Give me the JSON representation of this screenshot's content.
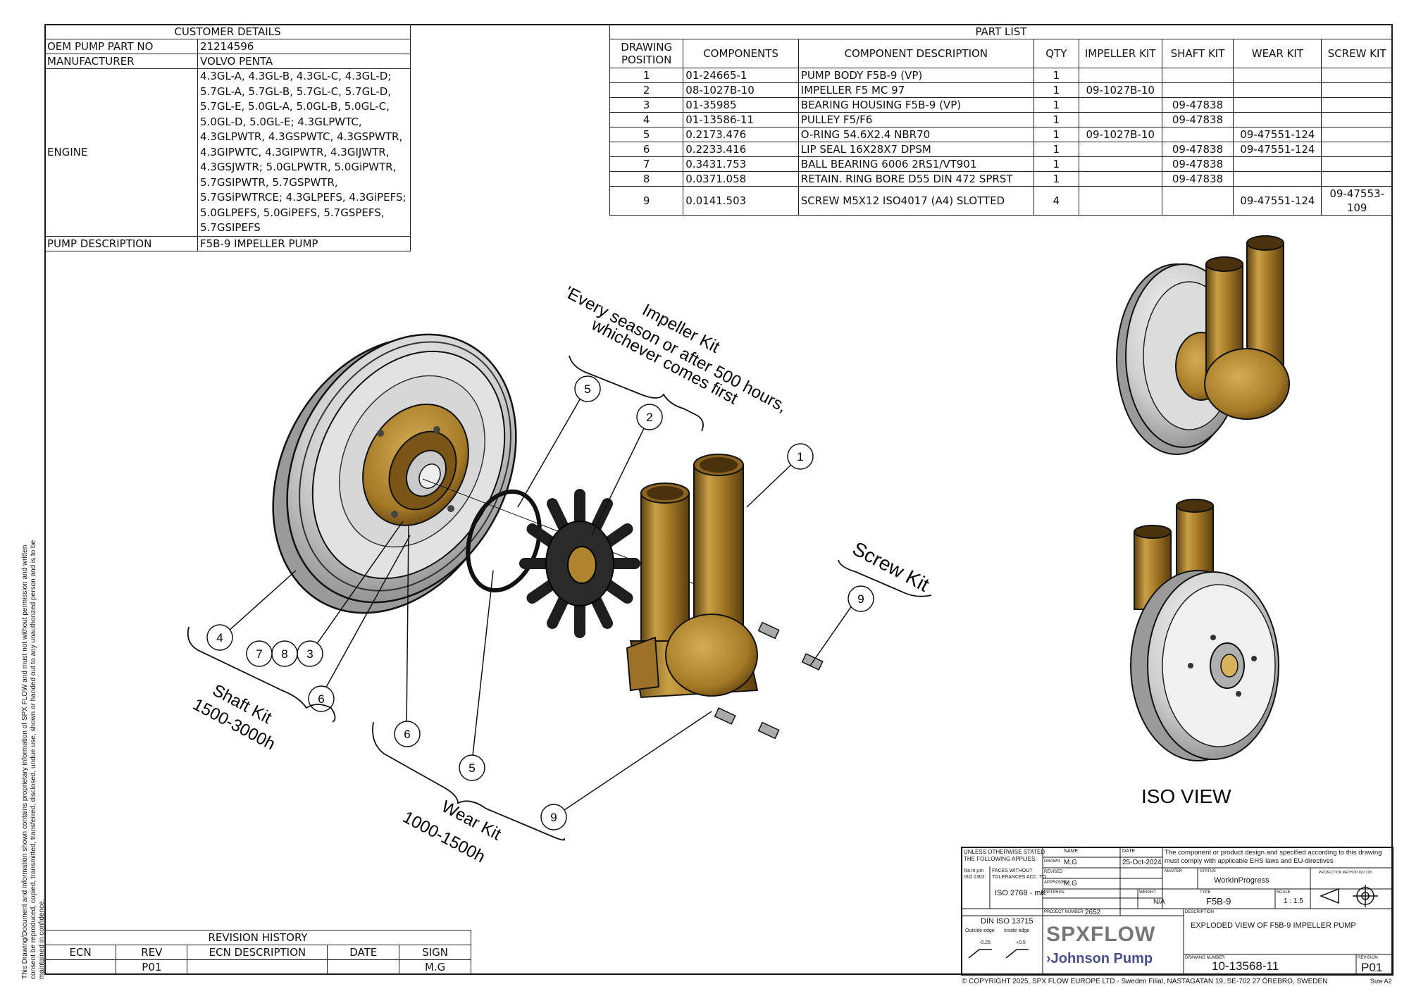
{
  "customer_details": {
    "title": "CUSTOMER DETAILS",
    "rows": [
      {
        "label": "OEM PUMP PART NO",
        "value": "21214596"
      },
      {
        "label": "MANUFACTURER",
        "value": "VOLVO PENTA"
      },
      {
        "label": "ENGINE",
        "value": "4.3GL-A, 4.3GL-B, 4.3GL-C, 4.3GL-D; 5.7GL-A, 5.7GL-B, 5.7GL-C, 5.7GL-D, 5.7GL-E, 5.0GL-A, 5.0GL-B, 5.0GL-C, 5.0GL-D, 5.0GL-E; 4.3GLPWTC, 4.3GLPWTR, 4.3GSPWTC, 4.3GSPWTR, 4.3GIPWTC, 4.3GIPWTR, 4.3GIJWTR, 4.3GSJWTR; 5.0GLPWTR, 5.0GiPWTR, 5.7GSIPWTR, 5.7GSPWTR, 5.7GSiPWTRCE; 4.3GLPEFS, 4.3GiPEFS; 5.0GLPEFS, 5.0GiPEFS, 5.7GSPEFS, 5.7GSIPEFS"
      },
      {
        "label": "PUMP DESCRIPTION",
        "value": "F5B-9 IMPELLER PUMP"
      }
    ]
  },
  "part_list": {
    "title": "PART LIST",
    "columns": [
      "DRAWING POSITION",
      "COMPONENTS",
      "COMPONENT DESCRIPTION",
      "QTY",
      "IMPELLER KIT",
      "SHAFT KIT",
      "WEAR KIT",
      "SCREW KIT"
    ],
    "rows": [
      [
        "1",
        "01-24665-1",
        "PUMP BODY F5B-9 (VP)",
        "1",
        "",
        "",
        "",
        ""
      ],
      [
        "2",
        "08-1027B-10",
        "IMPELLER F5 MC 97",
        "1",
        "09-1027B-10",
        "",
        "",
        ""
      ],
      [
        "3",
        "01-35985",
        "BEARING HOUSING F5B-9 (VP)",
        "1",
        "",
        "09-47838",
        "",
        ""
      ],
      [
        "4",
        "01-13586-11",
        "PULLEY F5/F6",
        "1",
        "",
        "09-47838",
        "",
        ""
      ],
      [
        "5",
        "0.2173.476",
        "O-RING 54.6X2.4 NBR70",
        "1",
        "09-1027B-10",
        "",
        "09-47551-124",
        ""
      ],
      [
        "6",
        "0.2233.416",
        "LIP SEAL 16X28X7 DPSM",
        "1",
        "",
        "09-47838",
        "09-47551-124",
        ""
      ],
      [
        "7",
        "0.3431.753",
        "BALL BEARING 6006 2RS1/VT901",
        "1",
        "",
        "09-47838",
        "",
        ""
      ],
      [
        "8",
        "0.0371.058",
        "RETAIN. RING BORE D55 DIN 472 SPRST",
        "1",
        "",
        "09-47838",
        "",
        ""
      ],
      [
        "9",
        "0.0141.503",
        "SCREW M5X12 ISO4017 (A4) SLOTTED",
        "4",
        "",
        "",
        "09-47551-124",
        "09-47553-109"
      ]
    ]
  },
  "callouts": {
    "impeller_kit": "Impeller Kit",
    "impeller_note_1": "'Every season or after 500 hours,",
    "impeller_note_2": "whichever comes first",
    "screw_kit": "Screw Kit",
    "shaft_kit": "Shaft Kit",
    "shaft_hours": "1500-3000h",
    "wear_kit": "Wear Kit",
    "wear_hours": "1000-1500h",
    "iso_view": "ISO VIEW",
    "balloons": [
      "1",
      "2",
      "3",
      "4",
      "5",
      "5",
      "6",
      "6",
      "7",
      "8",
      "9",
      "9"
    ]
  },
  "revision_history": {
    "title": "REVISION HISTORY",
    "columns": [
      "ECN",
      "REV",
      "ECN DESCRIPTION",
      "DATE",
      "SIGN"
    ],
    "row": [
      "",
      "P01",
      "",
      "",
      "M.G"
    ]
  },
  "title_block": {
    "general_1": "UNLESS OTHERWISE STATED",
    "general_2": "THE FOLLOWING APPLIES:",
    "ra_1": "Ra in µm",
    "ra_2": "ISO 1302",
    "faces_1": "FACES WITHOUT",
    "faces_2": "TOLERANCES ACC. TO",
    "iso_2768": "ISO 2768 - mK",
    "din": "DIN ISO 13715",
    "outside_edge": "Outside edge",
    "inside_edge": "Inside edge",
    "outside_val": "-0.25",
    "inside_val": "+0.5",
    "name_label": "NAME",
    "date_label": "DATE",
    "drawn_label": "DRAWN",
    "drawn_name": "M.G",
    "drawn_date": "25-Oct-2024",
    "revised_label": "REVISED",
    "approved_label": "APPROVED",
    "approved_name": "M.G",
    "material_label": "MATERIAL",
    "weight_label": "WEIGHT",
    "weight": "N/A",
    "compliance": "The component or product design and specified according to this drawing must comply with applicable EHS laws and EU-directives",
    "master_label": "MASTER",
    "status_label": "STATUS",
    "status": "WorkInProgress",
    "projection_label": "PROJECTION METHOD ISO 128",
    "type_label": "TYPE",
    "type": "F5B-9",
    "scale_label": "SCALE",
    "scale": "1 : 1.5",
    "project_label": "PROJECT NUMBER",
    "project": "2652",
    "description_label": "DESCRIPTION",
    "description": "EXPLODED VIEW OF F5B-9 IMPELLER PUMP",
    "drawing_number_label": "DRAWING NUMBER",
    "drawing_number": "10-13568-11",
    "revision_label": "REVISION",
    "revision": "P01",
    "logo_spx": "SPXFLOW",
    "logo_jp": "Johnson Pump",
    "size_label": "Size",
    "size": "A2"
  },
  "copyright": "© COPYRIGHT 2025, SPX FLOW EUROPE LTD - Sweden Filial, NASTAGATAN 19, SE-702 27 ÖREBRO, SWEDEN",
  "side_note": "This Drawing/Document and information shown contains proprietary information of SPX FLOW and must not without permission and written consent be reproduced, copied, transmitted, transferred, disclosed, undue use, shown or handed out to any unauthorized person and is to be maintained in confidence.",
  "colors": {
    "bronze": "#b0842c",
    "bronze_dark": "#6e4e16",
    "rubber": "#1e1e1e",
    "steel": "#c9c9c9"
  }
}
